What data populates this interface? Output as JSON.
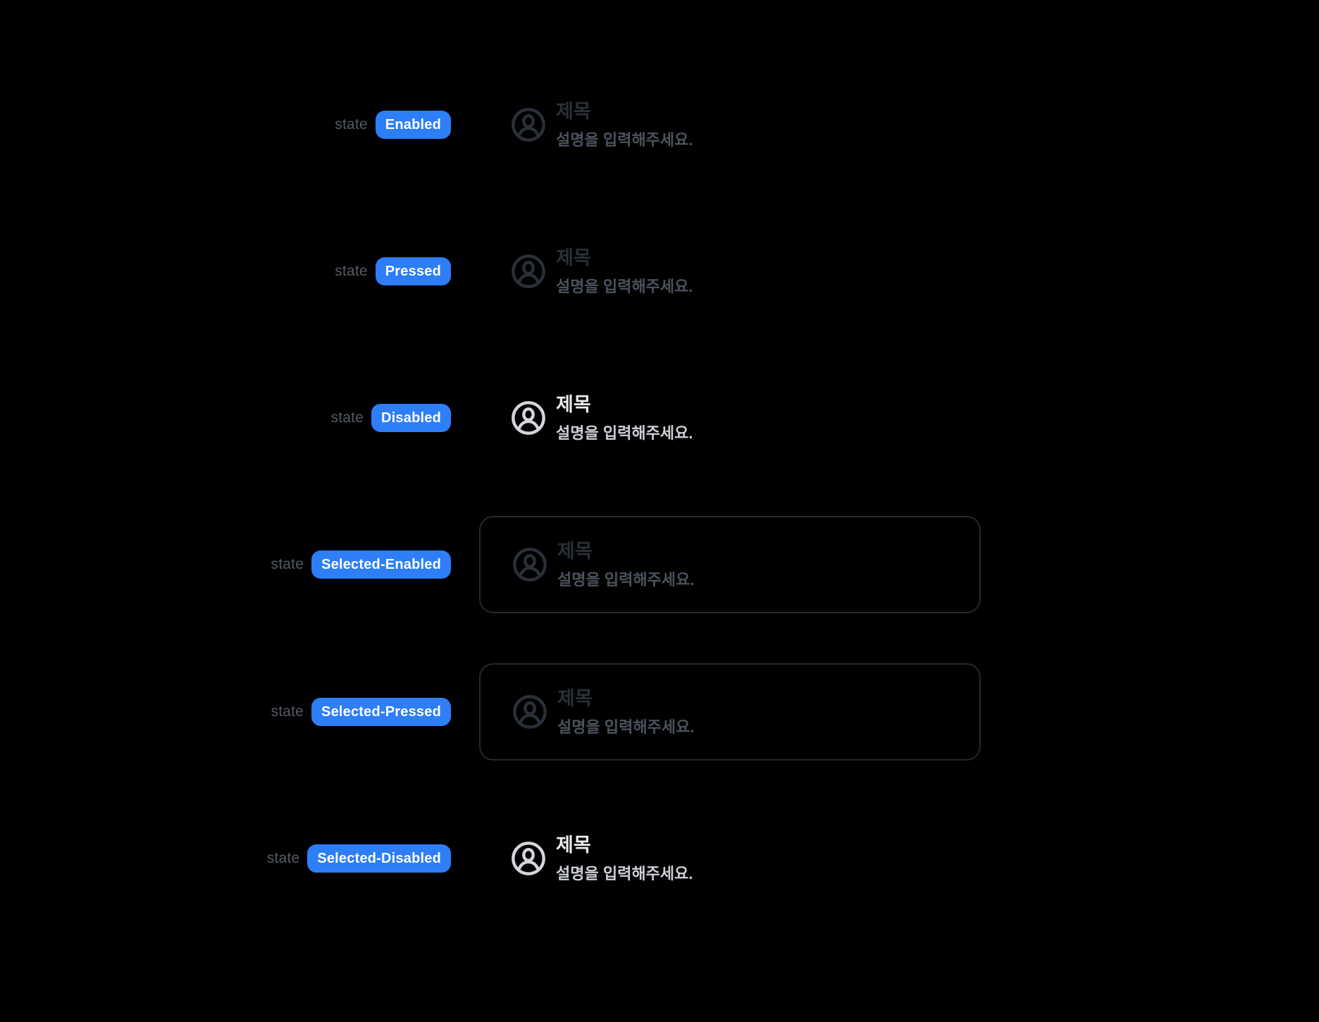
{
  "annotation": {
    "label": "state"
  },
  "component": {
    "icon": "user-circle-icon",
    "title": "제목",
    "description": "설명을 입력해주세요."
  },
  "rows": [
    {
      "state": "Enabled",
      "variant": "default",
      "selected": false
    },
    {
      "state": "Pressed",
      "variant": "default",
      "selected": false
    },
    {
      "state": "Disabled",
      "variant": "disabled",
      "selected": false
    },
    {
      "state": "Selected-Enabled",
      "variant": "default",
      "selected": true
    },
    {
      "state": "Selected-Pressed",
      "variant": "default",
      "selected": true
    },
    {
      "state": "Selected-Disabled",
      "variant": "disabled",
      "selected": false
    }
  ],
  "colors": {
    "bg": "#000000",
    "badge": "#2D7EF7",
    "badge_text": "#FFFFFF",
    "state_label": "#555A63",
    "box_border": "#26282D",
    "icon_default": "#2B2F38",
    "title_default": "#2B2F38",
    "desc_default": "#4C525C",
    "icon_disabled": "#D3D6DB",
    "title_disabled": "#ECEDEF",
    "desc_disabled": "#CDD0D5"
  }
}
